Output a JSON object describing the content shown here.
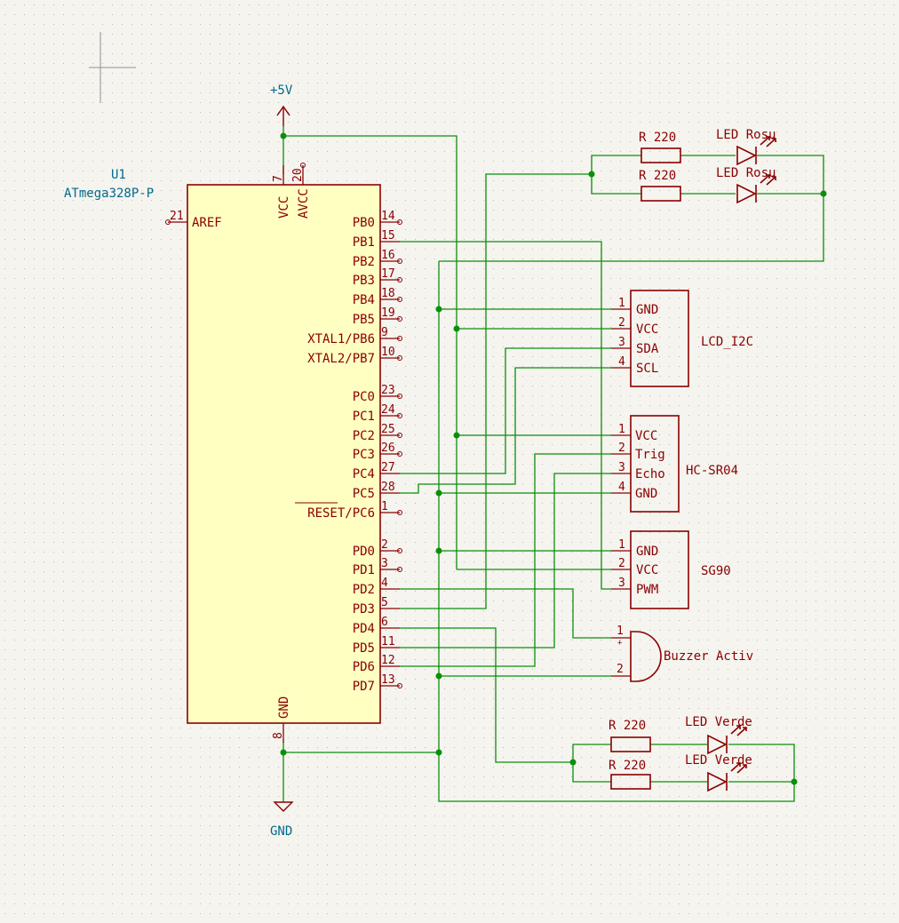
{
  "mcu": {
    "ref": "U1",
    "value": "ATmega328P-P",
    "left_pins": [
      {
        "num": "21",
        "name": "AREF"
      }
    ],
    "top_pins": [
      {
        "num": "7",
        "name": "VCC"
      },
      {
        "num": "20",
        "name": "AVCC"
      }
    ],
    "bottom_pins": [
      {
        "num": "8",
        "name": "GND"
      }
    ],
    "right_pins": [
      {
        "num": "14",
        "name": "PB0"
      },
      {
        "num": "15",
        "name": "PB1"
      },
      {
        "num": "16",
        "name": "PB2"
      },
      {
        "num": "17",
        "name": "PB3"
      },
      {
        "num": "18",
        "name": "PB4"
      },
      {
        "num": "19",
        "name": "PB5"
      },
      {
        "num": "9",
        "name": "XTAL1/PB6"
      },
      {
        "num": "10",
        "name": "XTAL2/PB7"
      },
      {
        "num": "23",
        "name": "PC0"
      },
      {
        "num": "24",
        "name": "PC1"
      },
      {
        "num": "25",
        "name": "PC2"
      },
      {
        "num": "26",
        "name": "PC3"
      },
      {
        "num": "27",
        "name": "PC4"
      },
      {
        "num": "28",
        "name": "PC5"
      },
      {
        "num": "1",
        "name": "RESET/PC6"
      },
      {
        "num": "2",
        "name": "PD0"
      },
      {
        "num": "3",
        "name": "PD1"
      },
      {
        "num": "4",
        "name": "PD2"
      },
      {
        "num": "5",
        "name": "PD3"
      },
      {
        "num": "6",
        "name": "PD4"
      },
      {
        "num": "11",
        "name": "PD5"
      },
      {
        "num": "12",
        "name": "PD6"
      },
      {
        "num": "13",
        "name": "PD7"
      }
    ]
  },
  "power": {
    "vcc_label": "+5V",
    "gnd_label": "GND"
  },
  "lcd": {
    "label": "LCD_I2C",
    "pins": [
      {
        "num": "1",
        "name": "GND"
      },
      {
        "num": "2",
        "name": "VCC"
      },
      {
        "num": "3",
        "name": "SDA"
      },
      {
        "num": "4",
        "name": "SCL"
      }
    ]
  },
  "hcsr04": {
    "label": "HC-SR04",
    "pins": [
      {
        "num": "1",
        "name": "VCC"
      },
      {
        "num": "2",
        "name": "Trig"
      },
      {
        "num": "3",
        "name": "Echo"
      },
      {
        "num": "4",
        "name": "GND"
      }
    ]
  },
  "servo": {
    "label": "SG90",
    "pins": [
      {
        "num": "1",
        "name": "GND"
      },
      {
        "num": "2",
        "name": "VCC"
      },
      {
        "num": "3",
        "name": "PWM"
      }
    ]
  },
  "buzzer": {
    "label": "Buzzer Activ",
    "pins": [
      {
        "num": "1",
        "plus": "+"
      },
      {
        "num": "2"
      }
    ]
  },
  "red_leds": [
    {
      "res_label": "R 220",
      "led_label": "LED Rosu"
    },
    {
      "res_label": "R 220",
      "led_label": "LED Rosu"
    }
  ],
  "green_leds": [
    {
      "res_label": "R 220",
      "led_label": "LED Verde"
    },
    {
      "res_label": "R 220",
      "led_label": "LED Verde"
    }
  ],
  "colors": {
    "wire": "#0a8f0a",
    "component": "#8a0000",
    "component_fill": "#ffffc2",
    "reference_text": "#006a8a",
    "background": "#f5f4ef",
    "grid": "#b8b8b8"
  }
}
